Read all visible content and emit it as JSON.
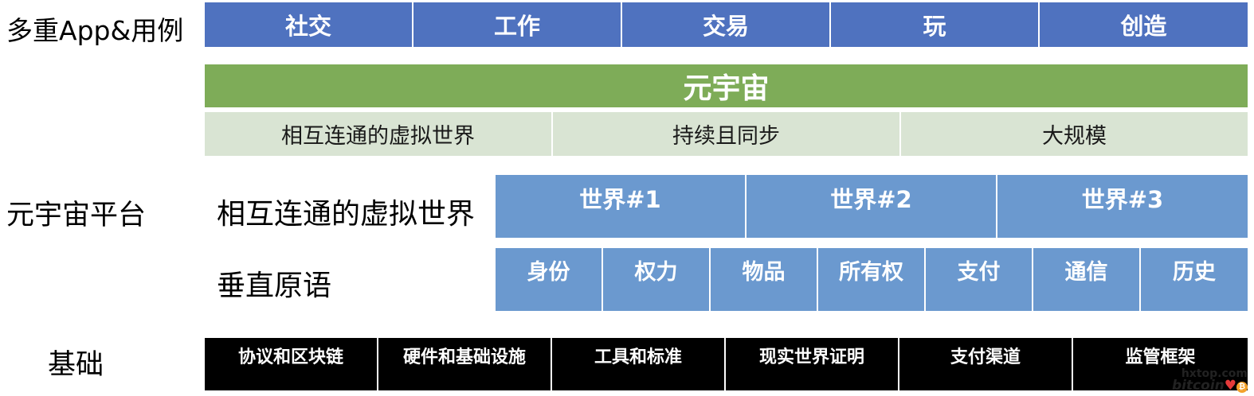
{
  "left_labels": {
    "apps": "多重App&用例",
    "platform": "元宇宙平台",
    "foundation": "基础"
  },
  "apps": [
    "社交",
    "工作",
    "交易",
    "玩",
    "创造"
  ],
  "metaverse": {
    "title": "元宇宙",
    "properties": [
      "相互连通的虚拟世界",
      "持续且同步",
      "大规模"
    ]
  },
  "platform": {
    "worlds_label": "相互连通的虚拟世界",
    "worlds": [
      "世界#1",
      "世界#2",
      "世界#3"
    ],
    "primitives_label": "垂直原语",
    "primitives": [
      "身份",
      "权力",
      "物品",
      "所有权",
      "支付",
      "通信",
      "历史"
    ]
  },
  "foundation": [
    "协议和区块链",
    "硬件和基础设施",
    "工具和标准",
    "现实世界证明",
    "支付渠道",
    "监管框架"
  ],
  "watermark": {
    "line1": "hxtop.com",
    "line2": "bitcoin"
  },
  "colors": {
    "apps_bg": "#4f72bf",
    "metaverse_bg": "#7eac58",
    "properties_bg": "#d9e4d3",
    "platform_bg": "#6b99cf",
    "foundation_bg": "#000000"
  }
}
